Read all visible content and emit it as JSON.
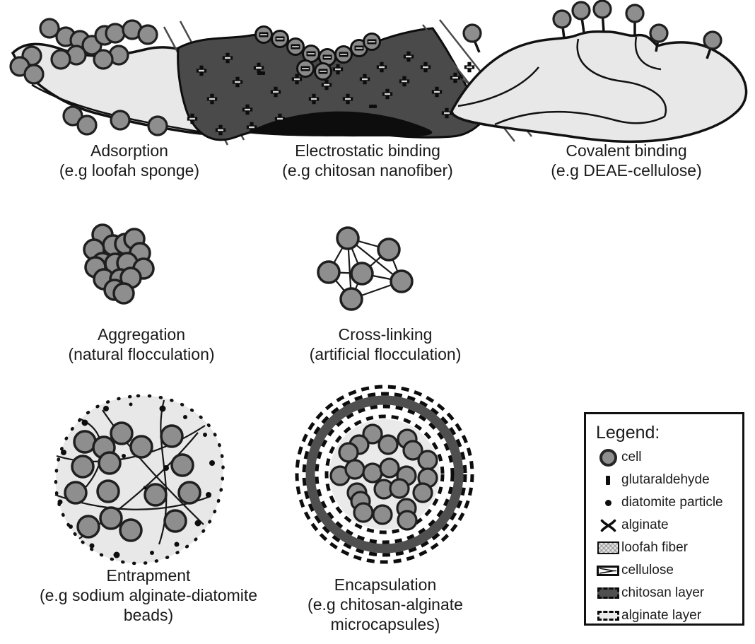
{
  "figure": {
    "subject": "cell immobilization methods",
    "sections": [
      {
        "id": "adsorption",
        "label": "Adsorption",
        "example": "(e.g loofah sponge)"
      },
      {
        "id": "electrostatic-binding",
        "label": "Electrostatic binding",
        "example": "(e.g chitosan nanofiber)"
      },
      {
        "id": "covalent-binding",
        "label": "Covalent binding",
        "example": "(e.g DEAE-cellulose)"
      },
      {
        "id": "aggregation",
        "label": "Aggregation",
        "example": "(natural flocculation)"
      },
      {
        "id": "cross-linking",
        "label": "Cross-linking",
        "example": "(artificial flocculation)"
      },
      {
        "id": "entrapment",
        "label": "Entrapment",
        "example": "(e.g sodium alginate-diatomite beads)"
      },
      {
        "id": "encapsulation",
        "label": "Encapsulation",
        "example": "(e.g chitosan-alginate microcapsules)"
      }
    ],
    "legend": {
      "title": "Legend:",
      "items": [
        {
          "symbol": "cell",
          "label": "cell"
        },
        {
          "symbol": "glutaraldehyde",
          "label": "glutaraldehyde"
        },
        {
          "symbol": "diatomite-particle",
          "label": "diatomite particle"
        },
        {
          "symbol": "alginate",
          "label": "alginate"
        },
        {
          "symbol": "loofah-fiber",
          "label": "loofah fiber"
        },
        {
          "symbol": "cellulose",
          "label": "cellulose"
        },
        {
          "symbol": "chitosan-layer",
          "label": "chitosan layer"
        },
        {
          "symbol": "alginate-layer",
          "label": "alginate layer"
        }
      ]
    },
    "colors": {
      "cell_fill": "#8e8e8e",
      "outline": "#1a1a1a",
      "dark_fiber": "#4a4a4a",
      "light_material": "#e8e8e8",
      "background": "#ffffff"
    }
  }
}
